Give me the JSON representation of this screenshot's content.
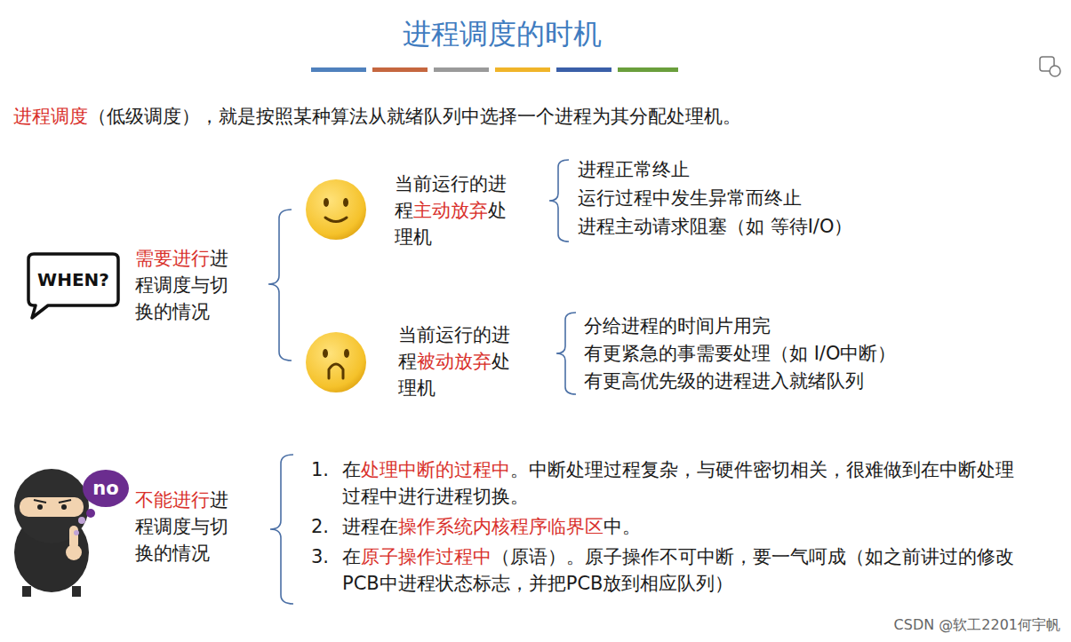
{
  "diagram": {
    "title": "进程调度的时机",
    "nodes": [
      {
        "text": [
          "WHEN?"
        ]
      },
      {
        "text": [
          "no"
        ]
      }
    ],
    "labels": [
      "进程调度",
      "（低级调度），就是按照某种算法从就绪队列中选择一个进程为其分配处理机。",
      "需要进行",
      "进程调度与切换的情况",
      "当前运行的进程",
      "主动放弃",
      "处理机",
      "进程正常终止",
      "运行过程中发生异常而终止",
      "进程主动请求阻塞（如 等待I/O）",
      "当前运行的进程",
      "被动放弃",
      "处理机",
      "分给进程的时间片用完",
      "有更紧急的事需要处理（如 I/O中断）",
      "有更高优先级的进程进入就绪队列",
      "不能进行",
      "进程调度与切换的情况",
      "1.",
      "在",
      "处理中断的过程中",
      "。中断处理过程复杂，与硬件密切相关，很难做到在中断处理过程中进行进程切换。",
      "2.",
      "进程在",
      "操作系统内核程序临界区",
      "中。",
      "3.",
      "在",
      "原子操作过程中",
      "（原语）。原子操作不可中断，要一气呵成（如之前讲过的修改PCB中进程状态标志，并把PCB放到相应队列）",
      "CSDN @软工2201何宇帆"
    ]
  }
}
